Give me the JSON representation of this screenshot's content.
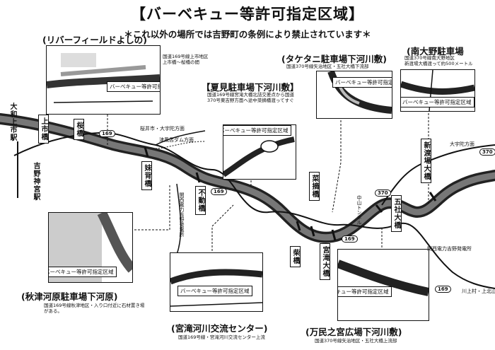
{
  "title": "【バーベキュー等許可指定区域】",
  "subtitle": "＊これ以外の場所では吉野町の条例により禁止されています＊",
  "zone_label": "バーベキュー等許可指定区域",
  "insets": {
    "riverfield": {
      "title": "(リバーフィールドよしの)",
      "note": "国道169号線上市地区\n上市橋～桜橋の間"
    },
    "natsumi": {
      "title": "【夏見駐車場下河川敷】",
      "note": "国道169号線宮滝大橋北詰交差点から国道\n370号東吉野方面へ途中菜摘橋渡ってすぐ"
    },
    "takatani": {
      "title": "(タケタニ駐車場下河川敷)",
      "note": "国道370号線矢治地区・五社大橋下流部"
    },
    "minamiono": {
      "title": "(南大野駐車場",
      "note": "国道370号線南大野地区\n新渡場大橋渡って約500メートル"
    },
    "akitsu": {
      "title": "(秋津河原駐車場下河原)",
      "note": "国道169号線秋津地区・入り口付近に石材置き場\nがある。"
    },
    "miyataki": {
      "title": "(宮滝河川交流センター)",
      "note": "国道169号線・宮滝河川交流センター上流"
    },
    "manmin": {
      "title": "(万民之宮広場下河川敷)",
      "note": "国道370号線矢治地区・五社大橋上流部"
    }
  },
  "stations": [
    "大和上市駅",
    "吉野神宮駅"
  ],
  "bridges": [
    "上市橋",
    "桜橋",
    "妹背橋",
    "不動橋",
    "柴橋",
    "菜摘橋",
    "宮滝大橋",
    "五社大橋",
    "新渡場大橋"
  ],
  "places": {
    "sakurai": "桜井市・大宇陀方面",
    "tsukaze": "津風呂ダム方面",
    "kansai": "関西電力吉野発電所",
    "kansai2": "関西電力吉野発電所",
    "oouda": "大宇陀方面",
    "kawakami": "川上村・上北山方面",
    "nakayama": "中山トンネル"
  },
  "routes": [
    "169",
    "169",
    "370",
    "370",
    "169",
    "169"
  ]
}
